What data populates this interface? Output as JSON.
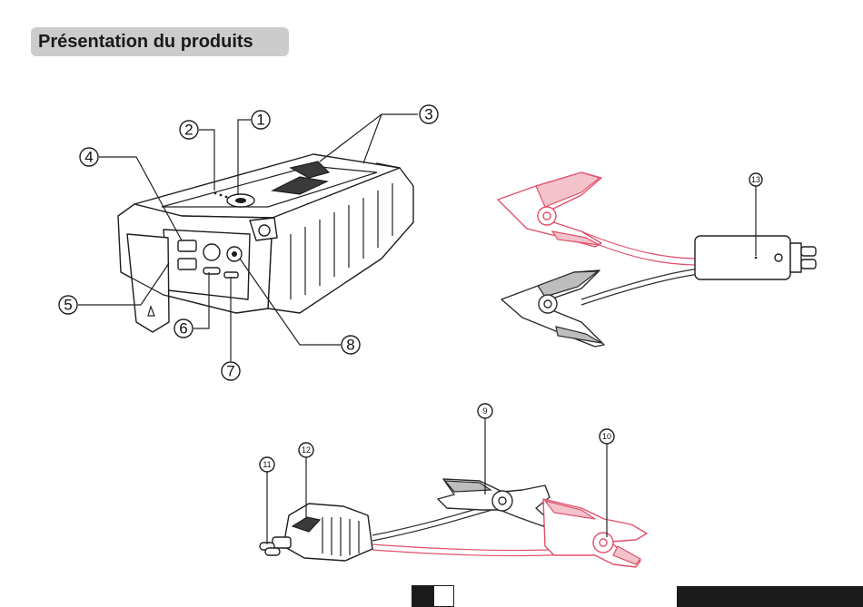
{
  "title": "Présentation du produits",
  "callouts": [
    {
      "id": "c1",
      "label": "1"
    },
    {
      "id": "c2",
      "label": "2"
    },
    {
      "id": "c3",
      "label": "3"
    },
    {
      "id": "c4",
      "label": "4"
    },
    {
      "id": "c5",
      "label": "5"
    },
    {
      "id": "c6",
      "label": "6"
    },
    {
      "id": "c7",
      "label": "7"
    },
    {
      "id": "c8",
      "label": "8"
    },
    {
      "id": "c9",
      "label": "9"
    },
    {
      "id": "c10",
      "label": "10"
    },
    {
      "id": "c11",
      "label": "11"
    },
    {
      "id": "c12",
      "label": "12"
    },
    {
      "id": "c13",
      "label": "13"
    }
  ],
  "colors": {
    "title_bg": "#cccccc",
    "red_clamp": "#e0506a",
    "outline": "#1e1e1e",
    "footer": "#1b1b1b"
  }
}
